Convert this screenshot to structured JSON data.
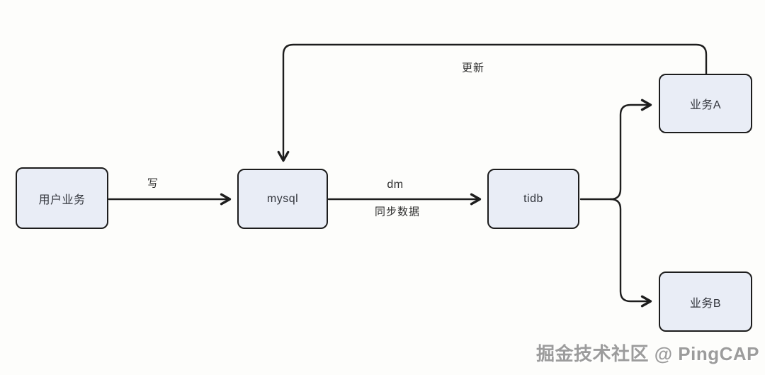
{
  "diagram": {
    "title": "mysql-to-tidb-sync-flow",
    "nodes": [
      {
        "id": "user-business",
        "label": "用户业务"
      },
      {
        "id": "mysql",
        "label": "mysql"
      },
      {
        "id": "tidb",
        "label": "tidb"
      },
      {
        "id": "business-a",
        "label": "业务A"
      },
      {
        "id": "business-b",
        "label": "业务B"
      }
    ],
    "edges": [
      {
        "from": "user-business",
        "to": "mysql",
        "label": "写"
      },
      {
        "from": "mysql",
        "to": "tidb",
        "label_top": "dm",
        "label_bottom": "同步数据"
      },
      {
        "from": "tidb",
        "to": "business-a",
        "label": ""
      },
      {
        "from": "tidb",
        "to": "business-b",
        "label": ""
      },
      {
        "from": "business-a",
        "to": "mysql",
        "label": "更新"
      }
    ],
    "colors": {
      "node_fill": "#e9edf6",
      "node_border": "#1d1d1d",
      "line": "#1d1d1d",
      "node_text": "#32353c",
      "edge_label_text": "#2e2e2e",
      "background": "#fdfdfb"
    }
  },
  "watermark": {
    "text": "掘金技术社区 @ PingCAP",
    "color": "#9c9c9c"
  }
}
